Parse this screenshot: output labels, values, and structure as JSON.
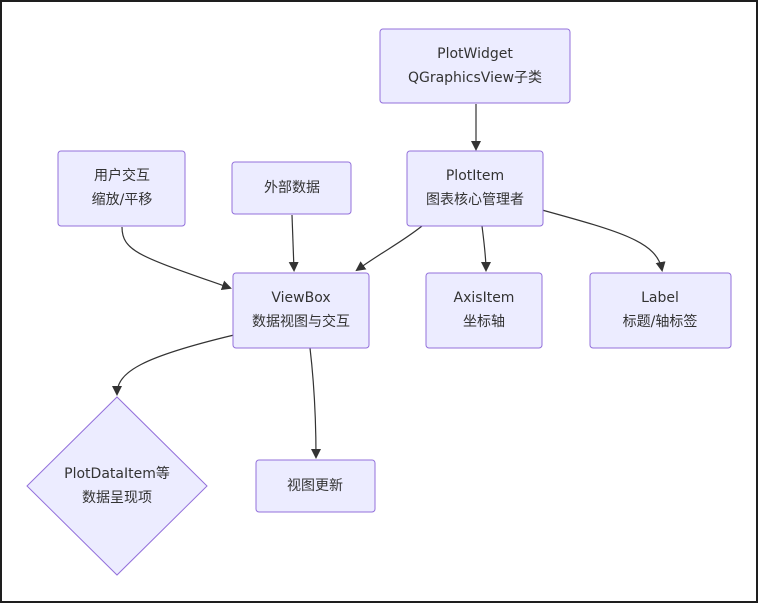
{
  "diagram": {
    "nodes": {
      "plotwidget": {
        "line1": "PlotWidget",
        "line2": "QGraphicsView子类"
      },
      "plotitem": {
        "line1": "PlotItem",
        "line2": "图表核心管理者"
      },
      "user": {
        "line1": "用户交互",
        "line2": "缩放/平移"
      },
      "external": {
        "line1": "外部数据"
      },
      "viewbox": {
        "line1": "ViewBox",
        "line2": "数据视图与交互"
      },
      "axisitem": {
        "line1": "AxisItem",
        "line2": "坐标轴"
      },
      "label": {
        "line1": "Label",
        "line2": "标题/轴标签"
      },
      "plotdataitem": {
        "line1": "PlotDataItem等",
        "line2": "数据呈现项"
      },
      "update": {
        "line1": "视图更新"
      }
    },
    "colors": {
      "node_fill": "#ECECFF",
      "node_stroke": "#9370DB",
      "edge": "#333333",
      "text": "#333333"
    }
  }
}
